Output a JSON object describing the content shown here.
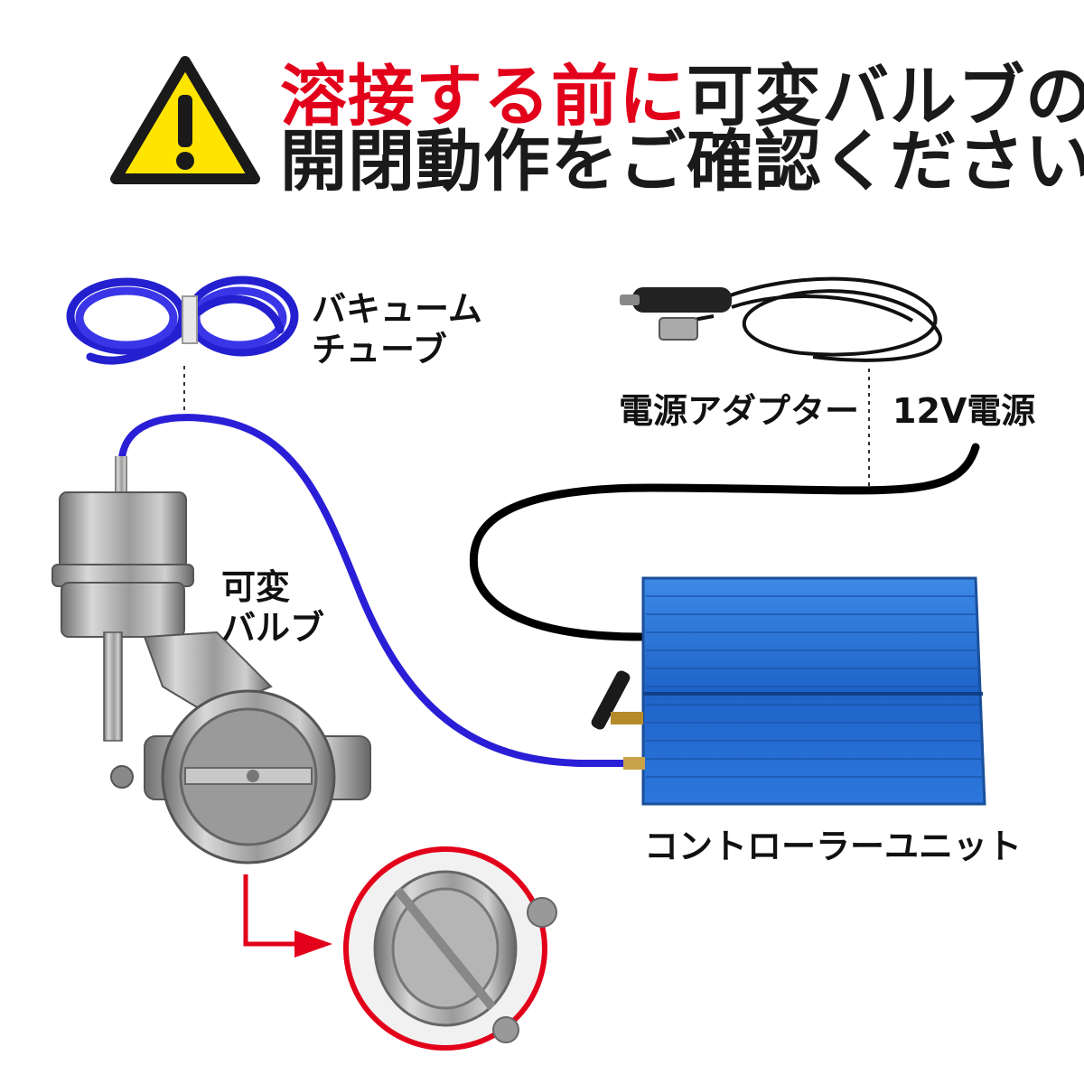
{
  "title": {
    "line1_red": "溶接する前に",
    "line1_black": "可変バルブの",
    "line2": "開閉動作をご確認ください"
  },
  "labels": {
    "vacuum_tube_1": "バキューム",
    "vacuum_tube_2": "チューブ",
    "power_adapter": "電源アダプター",
    "power_12v": "12V電源",
    "valve_1": "可変",
    "valve_2": "バルブ",
    "controller": "コントローラーユニット"
  },
  "icons": {
    "warning": "warning-triangle-icon",
    "arrow": "red-arrow-icon"
  },
  "colors": {
    "accent_red": "#e2001a",
    "warning_yellow": "#ffe400",
    "tube_blue": "#2a1fd6",
    "controller_blue": "#1f6fd0"
  }
}
